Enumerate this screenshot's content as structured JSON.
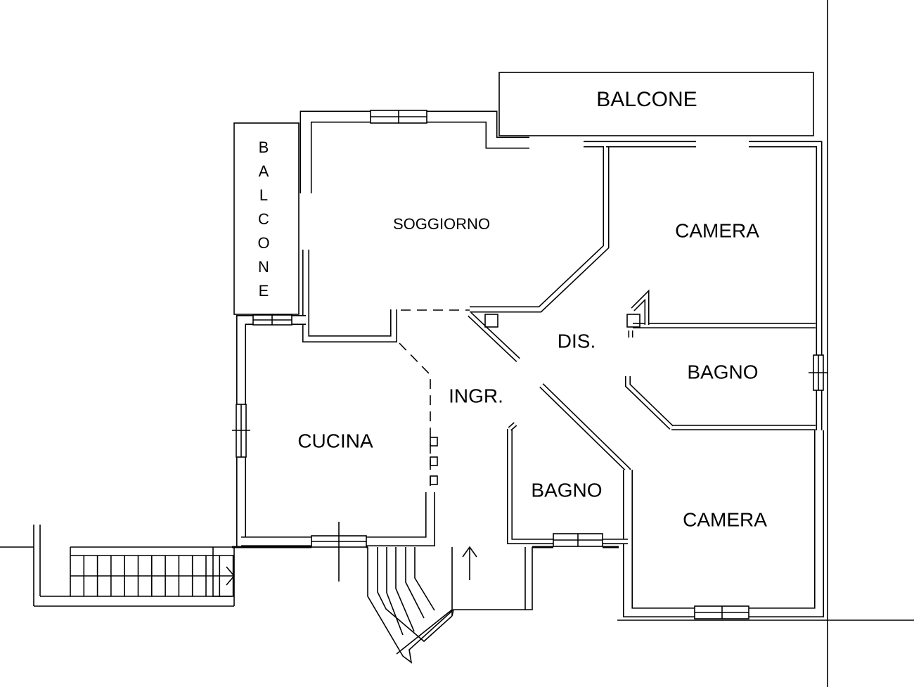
{
  "plan": {
    "rooms": {
      "balcone_top": "BALCONE",
      "balcone_side": [
        "B",
        "A",
        "L",
        "C",
        "O",
        "N",
        "E"
      ],
      "soggiorno": "SOGGIORNO",
      "camera_1": "CAMERA",
      "dis": "DIS.",
      "bagno_1": "BAGNO",
      "ingr": "INGR.",
      "cucina": "CUCINA",
      "bagno_2": "BAGNO",
      "camera_2": "CAMERA"
    },
    "colors": {
      "line": "#000000",
      "background": "#ffffff"
    }
  }
}
